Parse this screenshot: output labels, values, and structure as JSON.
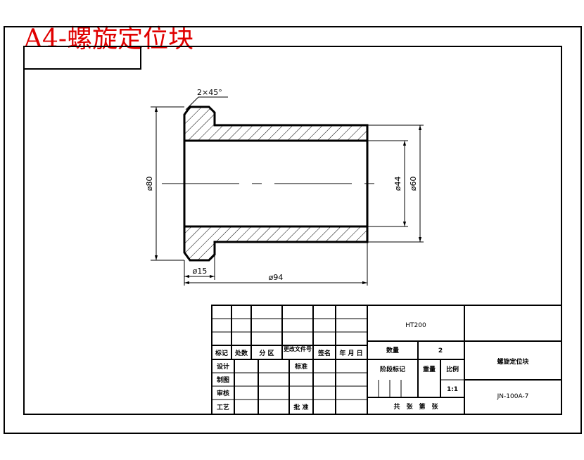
{
  "sheet_title": "A4-螺旋定位块",
  "dimensions": {
    "chamfer": "2×45°",
    "dia_80": "ø80",
    "dia_44": "ø44",
    "dia_60": "ø60",
    "len_15": "ø15",
    "len_94": "ø94"
  },
  "title_block": {
    "material": "HT200",
    "part_name": "螺旋定位块",
    "drawing_no": "JN-100A-7",
    "quantity_label": "数量",
    "quantity_value": "2",
    "weight_label": "重量",
    "scale_label": "比例",
    "scale_value": "1:1",
    "stage_mark_label": "阶段标记",
    "sheets_label": "共　张　第　张",
    "rev_headers": [
      "标记",
      "处数",
      "分 区",
      "更改文件号",
      "签名",
      "年 月 日"
    ],
    "design_label": "设计",
    "standard_label": "标准",
    "drafting_label": "制图",
    "review_label": "审核",
    "process_label": "工艺",
    "approve_label": "批 准"
  }
}
